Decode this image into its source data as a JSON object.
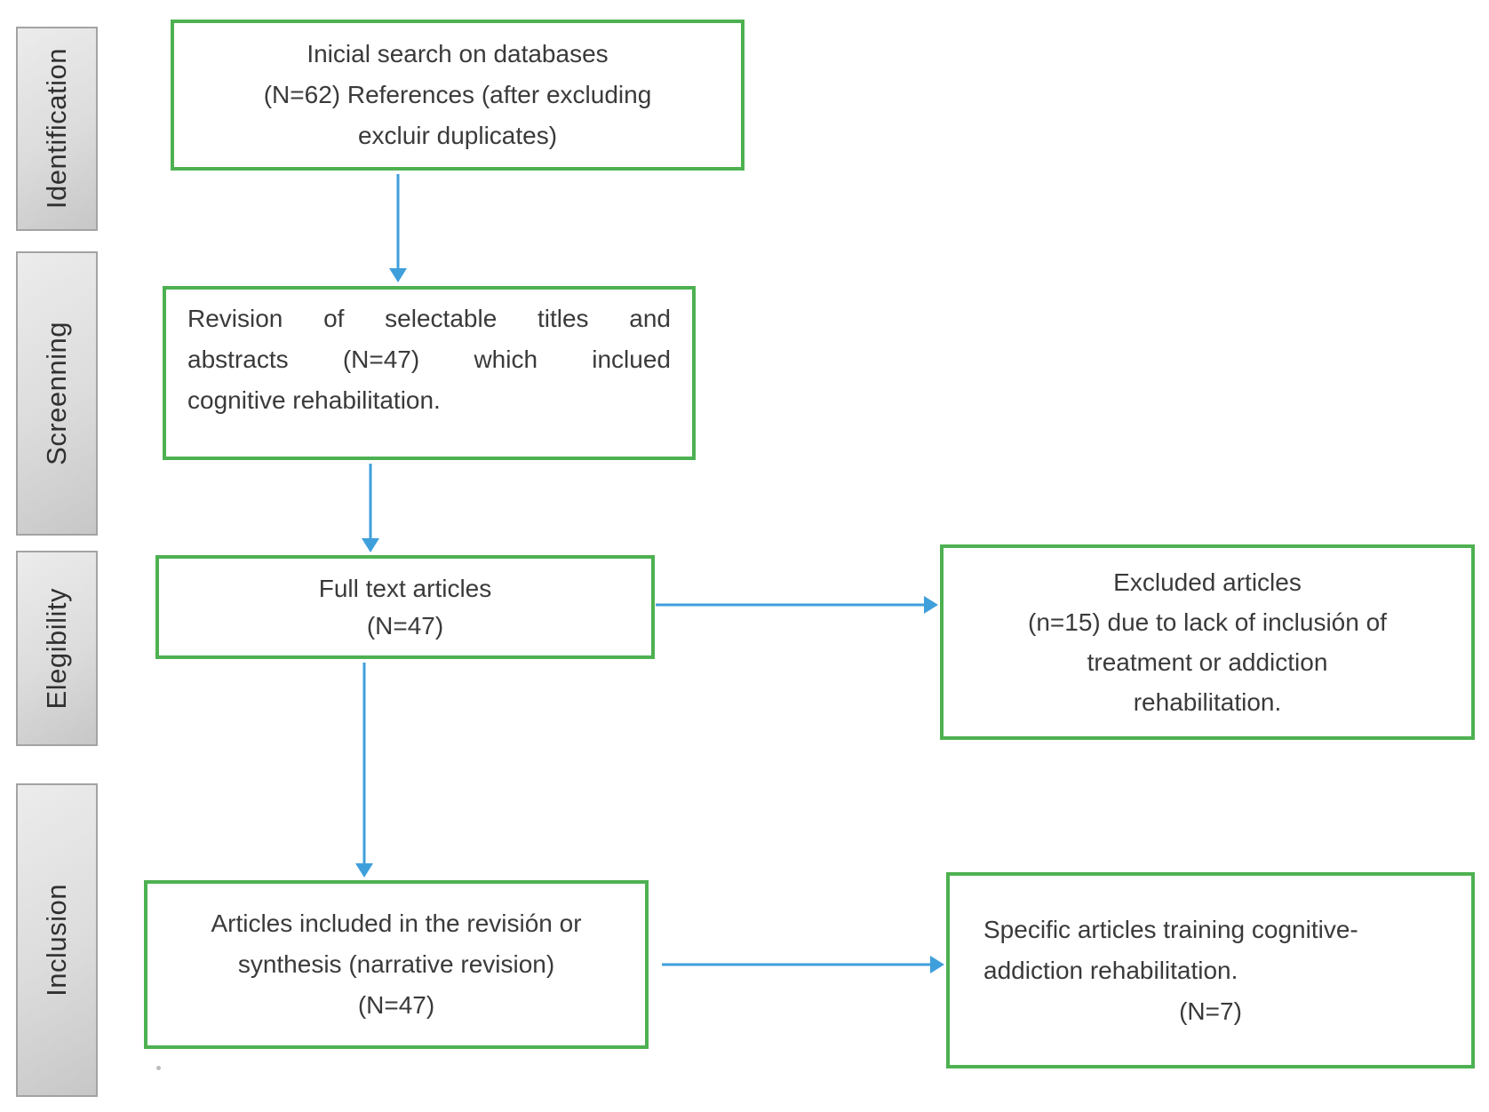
{
  "diagram": {
    "stages": [
      {
        "label": "Identification"
      },
      {
        "label": "Screenning"
      },
      {
        "label": "Elegibility"
      },
      {
        "label": "Inclusion"
      }
    ],
    "boxes": {
      "initial_search": {
        "lines": [
          "Inicial search on databases",
          "(N=62) References (after excluding",
          "excluir duplicates)"
        ]
      },
      "revision": {
        "lines": [
          "Revision of selectable titles and",
          "abstracts (N=47) which inclued",
          "cognitive rehabilitation."
        ]
      },
      "full_text": {
        "lines": [
          "Full text articles",
          "(N=47)"
        ]
      },
      "excluded": {
        "lines": [
          "Excluded articles",
          "(n=15) due to lack of inclusión of",
          "treatment or addiction",
          "rehabilitation."
        ]
      },
      "included": {
        "lines": [
          "Articles included in the revisión or",
          "synthesis (narrative revision)",
          "(N=47)"
        ]
      },
      "specific": {
        "lines": [
          "Specific articles training cognitive-",
          "addiction rehabilitation.",
          "(N=7)"
        ]
      }
    },
    "colors": {
      "box_border": "#4DB151",
      "arrow": "#3F9FDB",
      "stage_fill_top": "#ECECEC",
      "stage_fill_bottom": "#C7C7C7",
      "stage_border": "#A3A3A3",
      "text": "#3A3A3A"
    }
  }
}
